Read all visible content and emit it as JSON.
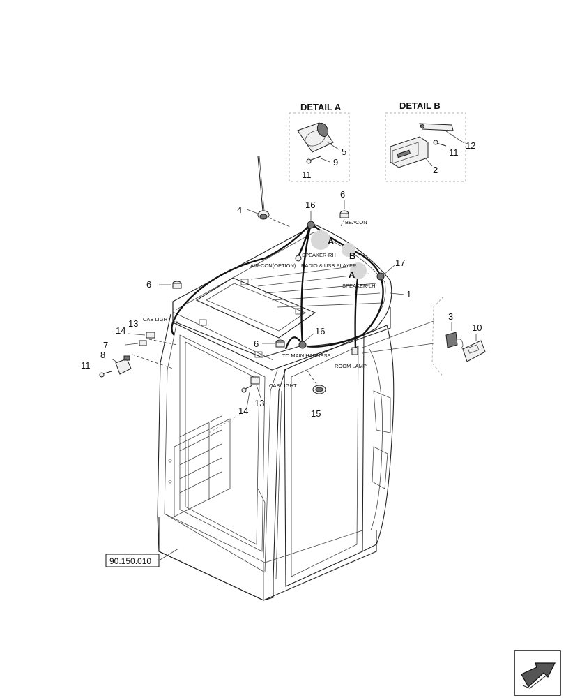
{
  "details": {
    "a_title": "DETAIL A",
    "b_title": "DETAIL B"
  },
  "callouts": {
    "p1": "1",
    "p2": "2",
    "p3": "3",
    "p4": "4",
    "p5": "5",
    "p6a": "6",
    "p6b": "6",
    "p6c": "6",
    "p7": "7",
    "p8": "8",
    "p9": "9",
    "p10": "10",
    "p11a": "11",
    "p11b": "11",
    "p11c": "11",
    "p12": "12",
    "p13a": "13",
    "p13b": "13",
    "p14a": "14",
    "p14b": "14",
    "p15": "15",
    "p16a": "16",
    "p16b": "16",
    "p17": "17"
  },
  "labels": {
    "beacon": "BEACON",
    "speaker_rh": "SPEAKER-RH",
    "speaker_lh": "SPEAKER-LH",
    "aircon": "AIR-CON(OPTION)",
    "radio": "RADIO & USB PLAYER",
    "cab_light_left": "CAB LIGHT",
    "cab_light_right": "CAB LIGHT",
    "main_harness": "TO MAIN HARNESS",
    "room_lamp": "ROOM LAMP"
  },
  "markers": {
    "a1": "A",
    "a2": "A",
    "b1": "B"
  },
  "reference": "90.150.010"
}
